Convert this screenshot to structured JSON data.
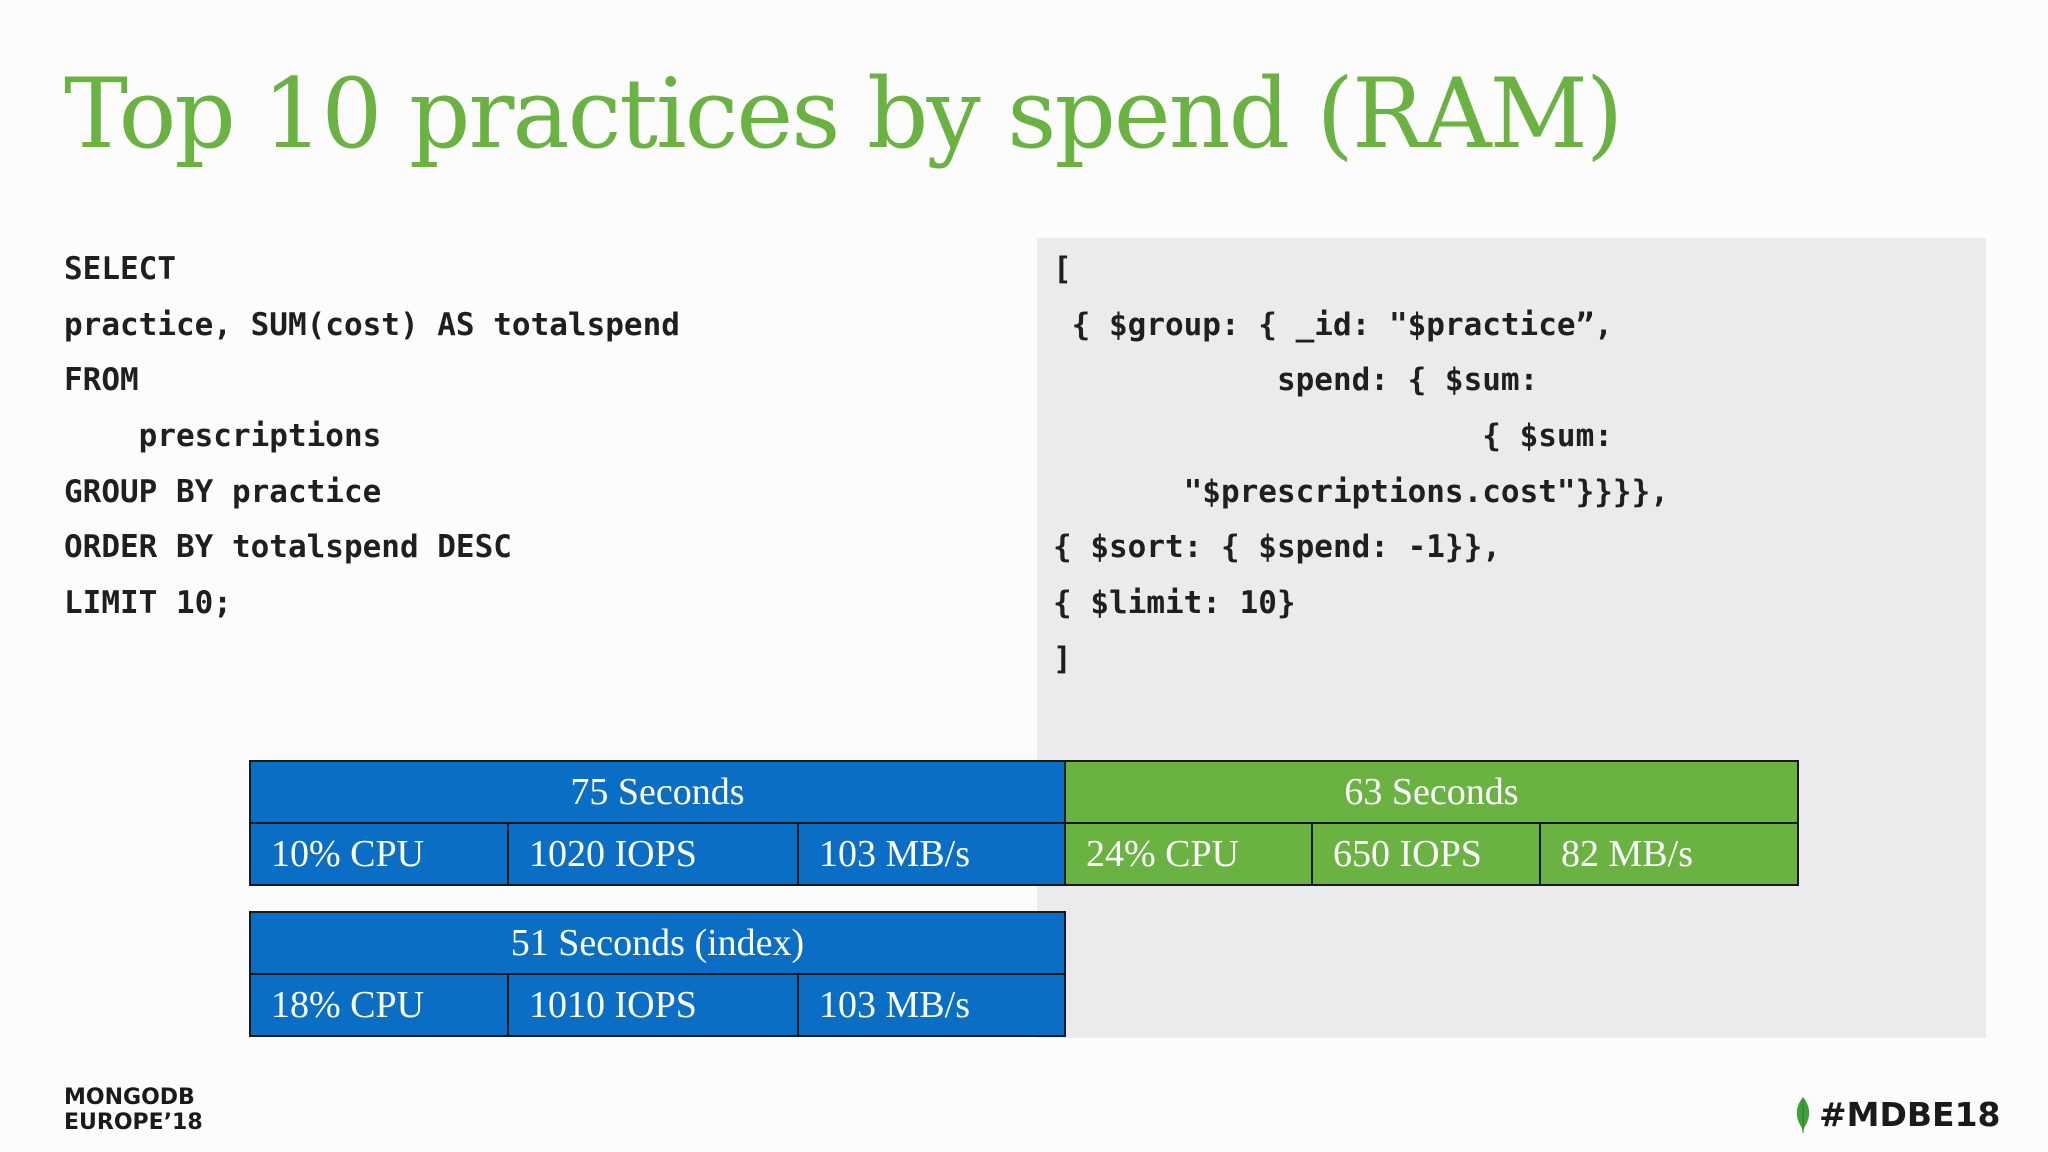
{
  "slide": {
    "title": "Top 10 practices by spend (RAM)"
  },
  "sql_code": {
    "lines": [
      "SELECT",
      "practice, SUM(cost) AS totalspend",
      "FROM",
      "    prescriptions",
      "GROUP BY practice",
      "ORDER BY totalspend DESC",
      "LIMIT 10;"
    ]
  },
  "mongo_code": {
    "lines": [
      "[",
      " { $group: { _id: \"$practice”,",
      "            spend: { $sum:",
      "                       { $sum:",
      "       \"$prescriptions.cost\"}}}},",
      "{ $sort: { $spend: -1}},",
      "{ $limit: 10}",
      "]"
    ]
  },
  "stats": {
    "sql_run": {
      "header": "75 Seconds",
      "cpu": "10% CPU",
      "iops": "1020 IOPS",
      "throughput": "103 MB/s"
    },
    "mongo_run": {
      "header": "63 Seconds",
      "cpu": "24% CPU",
      "iops": "650 IOPS",
      "throughput": "82 MB/s"
    },
    "sql_index_run": {
      "header": "51 Seconds (index)",
      "cpu": "18% CPU",
      "iops": "1010 IOPS",
      "throughput": "103 MB/s"
    }
  },
  "footer": {
    "logo_line1": "MONGODB",
    "logo_line2": "EUROPE’18",
    "hashtag": "#MDBE18",
    "leaf_icon": "mongodb-leaf-icon"
  },
  "colors": {
    "title_green": "#6ab343",
    "blue": "#0a6fc4",
    "green": "#6ab343",
    "panel_grey": "#ebeaec"
  }
}
